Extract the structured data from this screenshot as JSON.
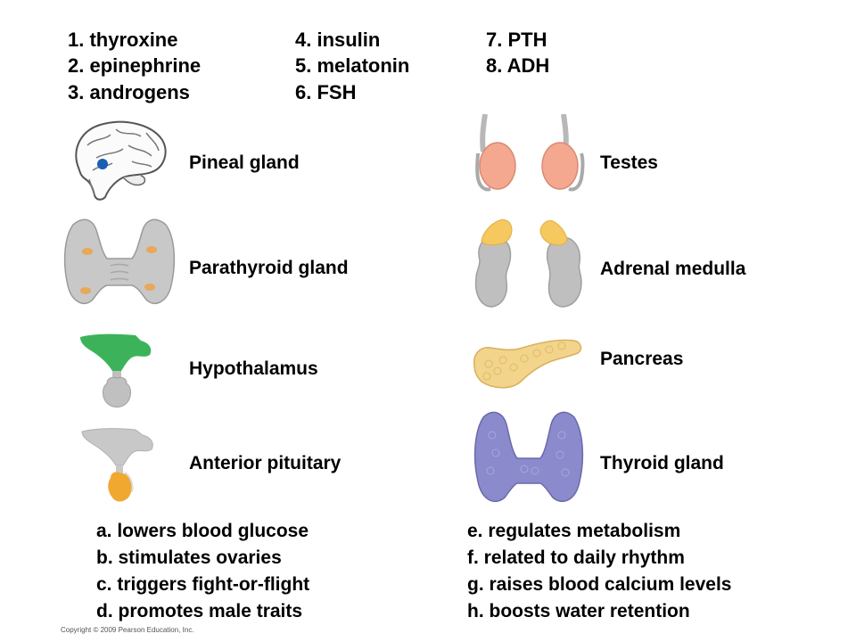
{
  "hormones": [
    "1. thyroxine",
    "2. epinephrine",
    "3. androgens",
    "4. insulin",
    "5. melatonin",
    "6. FSH",
    "7. PTH",
    "8. ADH"
  ],
  "glands_left": [
    "Pineal gland",
    "Parathyroid gland",
    "Hypothalamus",
    "Anterior pituitary"
  ],
  "glands_right": [
    "Testes",
    "Adrenal medulla",
    "Pancreas",
    "Thyroid gland"
  ],
  "functions_left": [
    "a.  lowers blood glucose",
    "b.  stimulates ovaries",
    "c.  triggers fight-or-flight",
    "d.  promotes male traits"
  ],
  "functions_right": [
    "e.  regulates metabolism",
    "f.  related to daily rhythm",
    "g.  raises blood calcium levels",
    "h.  boosts water retention"
  ],
  "copyright": "Copyright © 2009 Pearson Education, Inc.",
  "colors": {
    "brain_marker": "#1a5fb4",
    "parathyroid_spots": "#e8a85a",
    "hypothalamus": "#3cb35a",
    "pituitary": "#f0a830",
    "testes": "#f4a890",
    "adrenal_cap": "#f5c860",
    "pancreas": "#f2d48a",
    "thyroid": "#8a8acc"
  },
  "icons": [
    "brain-icon",
    "parathyroid-icon",
    "hypothalamus-icon",
    "anterior-pituitary-icon",
    "testes-icon",
    "adrenal-icon",
    "pancreas-icon",
    "thyroid-icon"
  ]
}
